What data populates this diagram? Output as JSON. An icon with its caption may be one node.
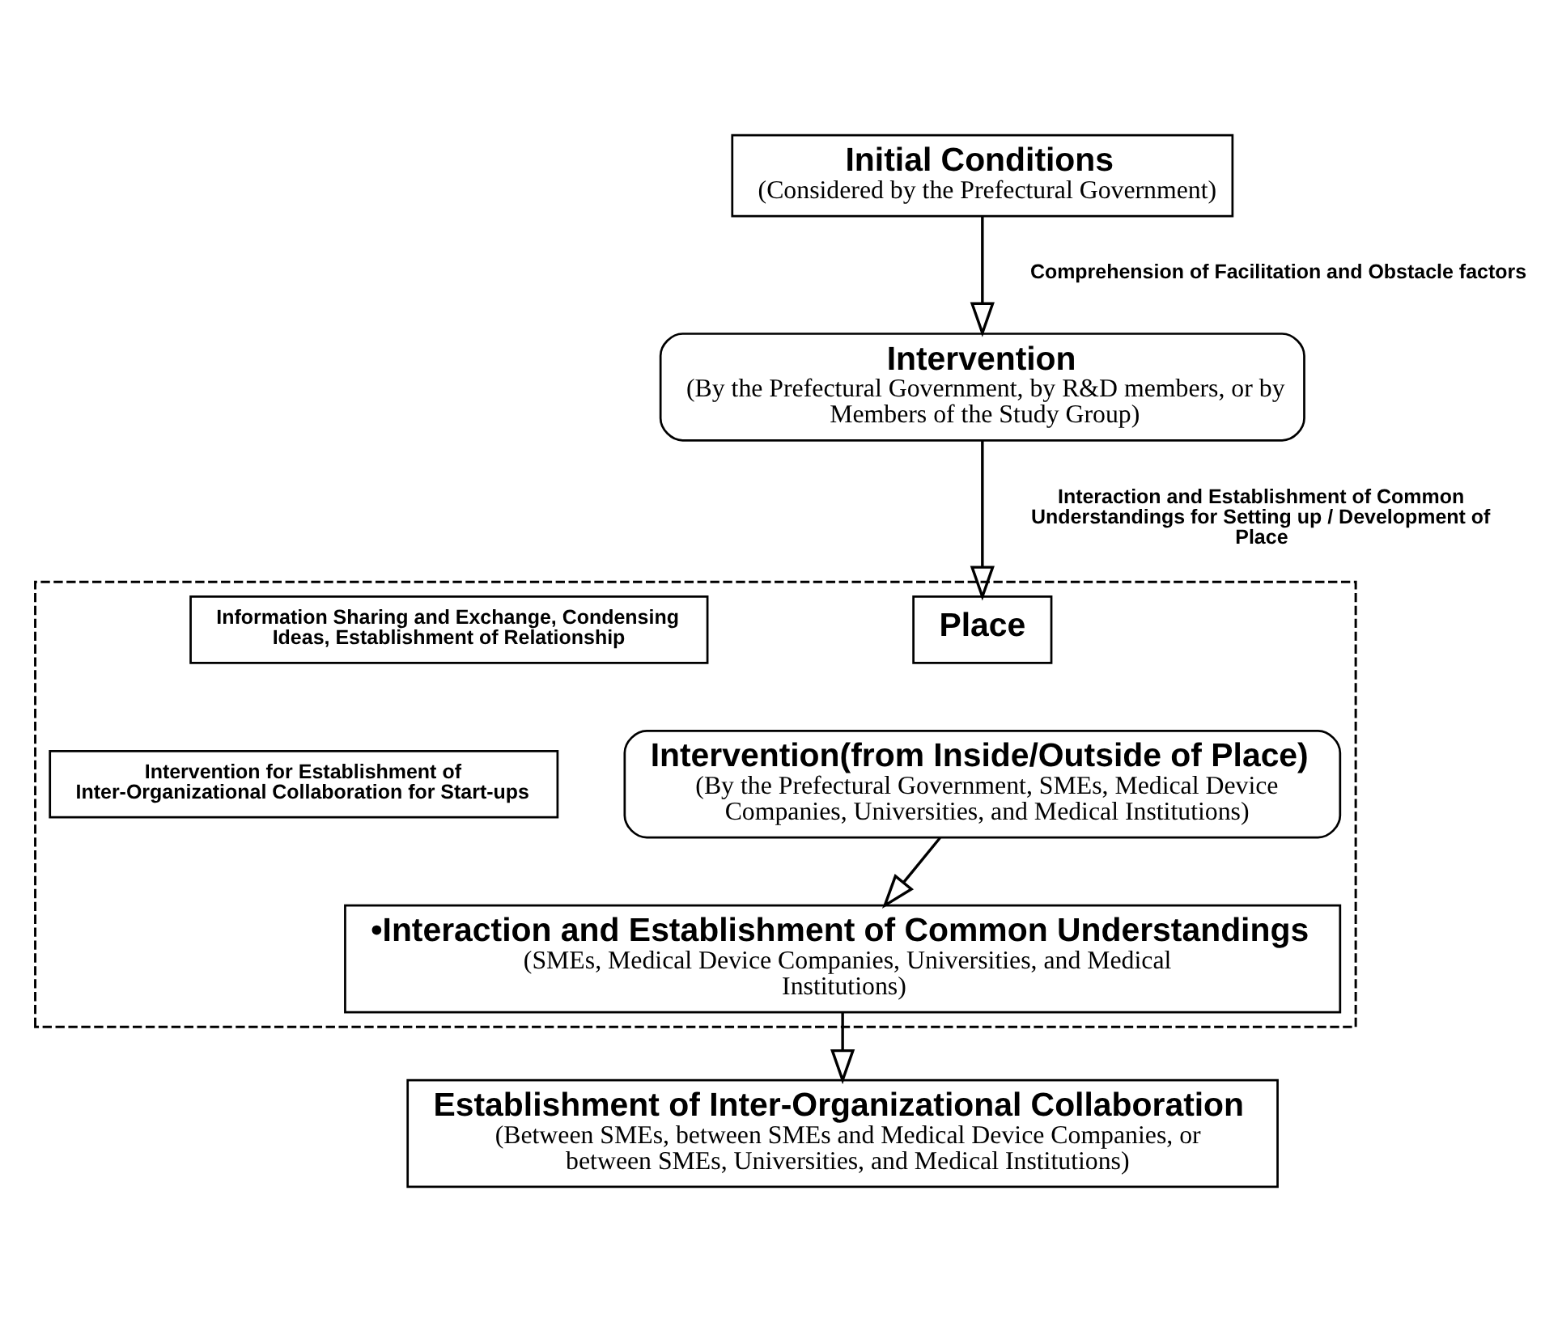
{
  "diagram": {
    "nodes": [
      {
        "text": [
          "Initial Conditions",
          "(Considered by the Prefectural Government)"
        ]
      },
      {
        "text": [
          "Intervention",
          "(By the Prefectural Government, by R&D members, or by Members of the Study Group)"
        ]
      },
      {
        "text": [],
        "shape": "box"
      },
      {
        "text": [
          "Place"
        ],
        "in": 2
      },
      {
        "text": [
          "Information Sharing and Exchange, Condensing Ideas, Establishment of Relationship"
        ],
        "in": 2
      },
      {
        "text": [
          "Intervention(from Inside/Outside of Place)",
          "(By the Prefectural Government, SMEs, Medical Device Companies, Universities, and Medical Institutions)"
        ],
        "in": 2
      },
      {
        "text": [
          "Intervention for Establishment of Inter-Organizational Collaboration for Start-ups"
        ],
        "in": 2
      },
      {
        "text": [
          "•Interaction and Establishment of Common Understandings",
          "(SMEs, Medical Device Companies, Universities, and Medical Institutions)"
        ],
        "in": 2
      },
      {
        "text": [
          "Establishment of Inter-Organizational Collaboration",
          "(Between SMEs, between SMEs and Medical Device Companies, or between SMEs, Universities, and Medical Institutions)"
        ]
      }
    ],
    "edges": [
      {
        "from": 0,
        "to": 1,
        "arrow": "to",
        "label": "Comprehension of Facilitation and Obstacle factors"
      },
      {
        "from": 1,
        "to": 3,
        "arrow": "to",
        "label": "Interaction and Establishment of Common Understandings for Setting up / Development of Place"
      },
      {
        "from": 5,
        "to": 7,
        "arrow": "to"
      },
      {
        "from": 7,
        "to": 8,
        "arrow": "to"
      }
    ]
  }
}
